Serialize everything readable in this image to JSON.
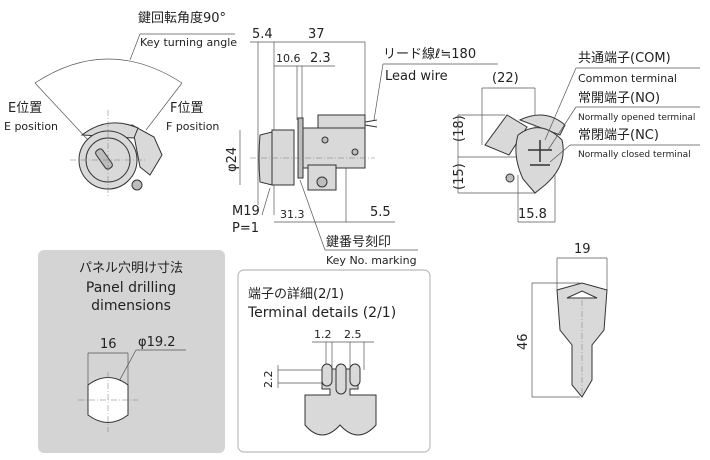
{
  "front_view": {
    "angle_label_jp": "鍵回転角度90°",
    "angle_label_en": "Key turning angle",
    "e_position_jp": "E位置",
    "e_position_en": "E position",
    "f_position_jp": "F位置",
    "f_position_en": "F position"
  },
  "side_view": {
    "dim_5_4": "5.4",
    "dim_37": "37",
    "dim_10_6": "10.6",
    "dim_2_3": "2.3",
    "lead_wire_jp": "リード線ℓ≒180",
    "lead_wire_en": "Lead wire",
    "dim_phi24": "φ24",
    "thread": "M19",
    "pitch": "P=1",
    "dim_31_3": "31.3",
    "dim_5_5": "5.5",
    "key_no_jp": "鍵番号刻印",
    "key_no_en": "Key No. marking"
  },
  "rear_view": {
    "dim_22": "(22)",
    "dim_18": "(18)",
    "dim_15": "(15)",
    "dim_15_8": "15.8",
    "com_jp": "共通端子(COM)",
    "com_en": "Common terminal",
    "no_jp": "常開端子(NO)",
    "no_en": "Normally opened terminal",
    "nc_jp": "常閉端子(NC)",
    "nc_en": "Normally closed terminal"
  },
  "panel": {
    "title_jp": "パネル穴明け寸法",
    "title_en_1": "Panel drilling",
    "title_en_2": "dimensions",
    "dim_16": "16",
    "dim_phi19_2": "φ19.2"
  },
  "terminal": {
    "title_jp": "端子の詳細(2/1)",
    "title_en": "Terminal details (2/1)",
    "dim_1_2": "1.2",
    "dim_2_5": "2.5",
    "dim_2_2": "2.2"
  },
  "key": {
    "dim_19": "19",
    "dim_46": "46"
  }
}
